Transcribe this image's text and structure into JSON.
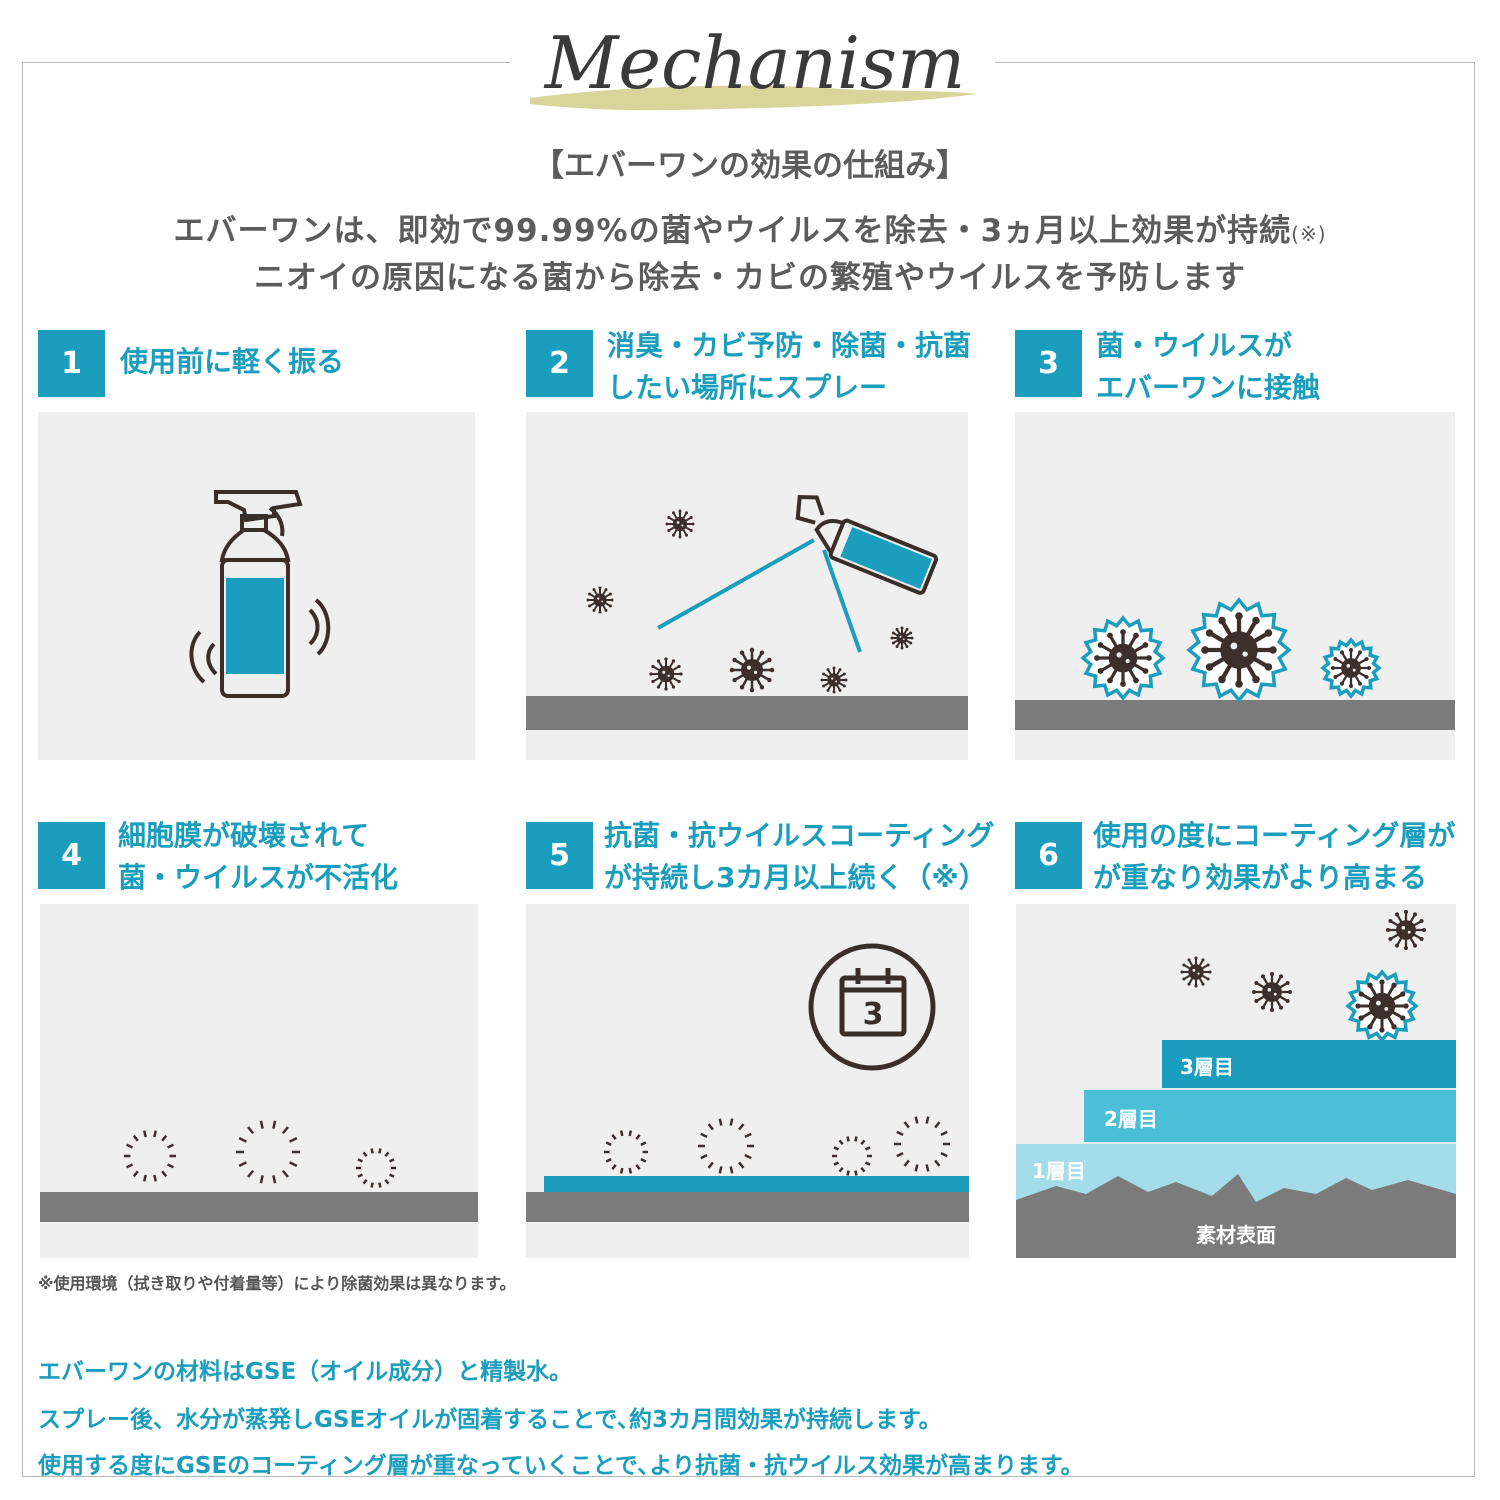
{
  "header": {
    "logo_text": "Mechanism",
    "title": "【エバーワンの効果の仕組み】",
    "subtitle_line1": "エバーワンは、即効で99.99%の菌やウイルスを除去・3ヵ月以上効果が持続",
    "subtitle_note_mark": "(※)",
    "subtitle_line2": "ニオイの原因になる菌から除去・カビの繁殖やウイルスを予防します"
  },
  "steps": [
    {
      "number": "1",
      "title_line1": "使用前に軽く振る",
      "title_line2": "",
      "icon": "spray-bottle-shaking-icon"
    },
    {
      "number": "2",
      "title_line1": "消臭・カビ予防・除菌・抗菌",
      "title_line2": "したい場所にスプレー",
      "icon": "spray-bottle-spraying-icon"
    },
    {
      "number": "3",
      "title_line1": "菌・ウイルスが",
      "title_line2": "エバーワンに接触",
      "icon": "virus-contact-icon"
    },
    {
      "number": "4",
      "title_line1": "細胞膜が破壊されて",
      "title_line2": "菌・ウイルスが不活化",
      "icon": "virus-inactivated-icon"
    },
    {
      "number": "5",
      "title_line1": "抗菌・抗ウイルスコーティング",
      "title_line2": "が持続し3カ月以上続く（※）",
      "icon": "calendar-3-icon"
    },
    {
      "number": "6",
      "title_line1": "使用の度にコーティング層が",
      "title_line2": "が重なり効果がより高まる",
      "icon": "coating-layers-icon"
    }
  ],
  "calendar_number": "3",
  "layers": {
    "layer3": "3層目",
    "layer2": "2層目",
    "layer1": "1層目",
    "surface": "素材表面"
  },
  "note": "※使用環境（拭き取りや付着量等）により除菌効果は異なります。",
  "bottom_text": {
    "line1": "エバーワンの材料はGSE（オイル成分）と精製水。",
    "line2": "スプレー後、水分が蒸発しGSEオイルが固着することで､約3カ月間効果が持続します。",
    "line3": "使用する度にGSEのコーティング層が重なっていくことで､より抗菌・抗ウイルス効果が高まります。"
  },
  "colors": {
    "accent": "#1b9ebd",
    "panel_bg": "#efefef",
    "surface": "#7b7b7b",
    "virus": "#3d2f2b",
    "logo_brush": "#d9d49a"
  }
}
